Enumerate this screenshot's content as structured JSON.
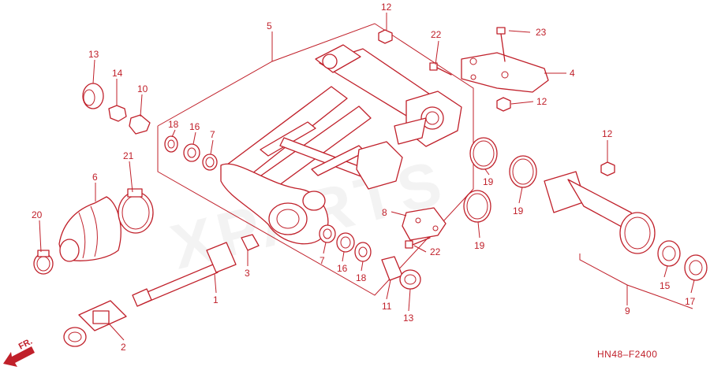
{
  "diagram": {
    "code": "HN48–F2400",
    "front_marker": "FR.",
    "watermark": "XPARTS",
    "accent_color": "#c0202a",
    "callouts": [
      {
        "id": "c5",
        "text": "5"
      },
      {
        "id": "c12a",
        "text": "12"
      },
      {
        "id": "c22a",
        "text": "22"
      },
      {
        "id": "c23",
        "text": "23"
      },
      {
        "id": "c4",
        "text": "4"
      },
      {
        "id": "c12b",
        "text": "12"
      },
      {
        "id": "c13a",
        "text": "13"
      },
      {
        "id": "c14",
        "text": "14"
      },
      {
        "id": "c10",
        "text": "10"
      },
      {
        "id": "c18a",
        "text": "18"
      },
      {
        "id": "c16a",
        "text": "16"
      },
      {
        "id": "c7a",
        "text": "7"
      },
      {
        "id": "c21",
        "text": "21"
      },
      {
        "id": "c6",
        "text": "6"
      },
      {
        "id": "c20",
        "text": "20"
      },
      {
        "id": "c3",
        "text": "3"
      },
      {
        "id": "c1",
        "text": "1"
      },
      {
        "id": "c2",
        "text": "2"
      },
      {
        "id": "c7b",
        "text": "7"
      },
      {
        "id": "c16b",
        "text": "16"
      },
      {
        "id": "c18b",
        "text": "18"
      },
      {
        "id": "c8",
        "text": "8"
      },
      {
        "id": "c22b",
        "text": "22"
      },
      {
        "id": "c11",
        "text": "11"
      },
      {
        "id": "c13b",
        "text": "13"
      },
      {
        "id": "c19a",
        "text": "19"
      },
      {
        "id": "c19b",
        "text": "19"
      },
      {
        "id": "c19c",
        "text": "19"
      },
      {
        "id": "c12c",
        "text": "12"
      },
      {
        "id": "c15",
        "text": "15"
      },
      {
        "id": "c9",
        "text": "9"
      },
      {
        "id": "c17",
        "text": "17"
      }
    ]
  }
}
